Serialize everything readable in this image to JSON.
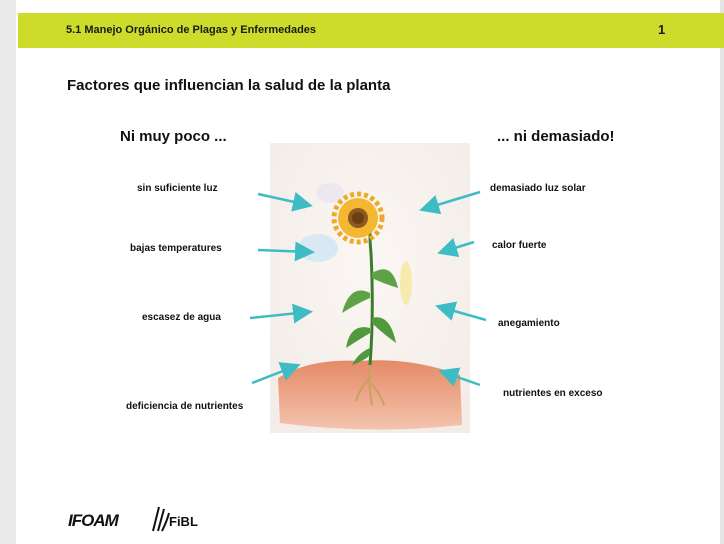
{
  "header": {
    "title": "5.1 Manejo Orgánico de Plagas y Enfermedades",
    "page_number": "1"
  },
  "title": "Factores que influencian la salud de la planta",
  "left_heading": "Ni muy poco ...",
  "right_heading": "... ni demasiado!",
  "left_factors": [
    "sin suficiente luz",
    "bajas temperatures",
    "escasez de agua",
    "deficiencia de nutrientes"
  ],
  "right_factors": [
    "demasiado luz solar",
    "calor fuerte",
    "anegamiento",
    "nutrientes en exceso"
  ],
  "logos": {
    "ifoam": "IFOAM",
    "fibl": "FiBL"
  },
  "colors": {
    "header": "#cddc2a",
    "arrow": "#3dbcc4"
  }
}
